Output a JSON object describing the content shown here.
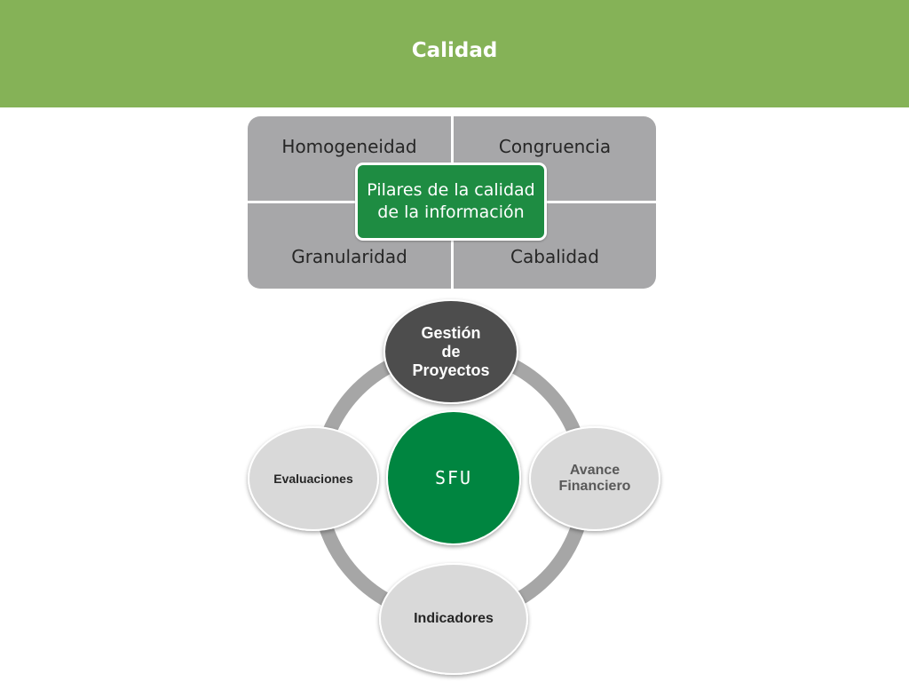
{
  "header": {
    "title": "Calidad"
  },
  "pillars": {
    "top_left": "Homogeneidad",
    "top_right": "Congruencia",
    "bottom_left": "Granularidad",
    "bottom_right": "Cabalidad",
    "center": "Pilares de la calidad\nde la información"
  },
  "cycle": {
    "center": "SFU",
    "top": "Gestión\nde\nProyectos",
    "right": "Avance\nFinanciero",
    "bottom": "Indicadores",
    "left": "Evaluaciones"
  },
  "colors": {
    "header_bg": "#85b257",
    "pillar_gray": "#a7a7a9",
    "accent_green": "#1e8c42",
    "sfu_green": "#00853f",
    "dark_node": "#4d4d4d",
    "light_node": "#d9d9d9",
    "ring_gray": "#a6a6a6"
  }
}
